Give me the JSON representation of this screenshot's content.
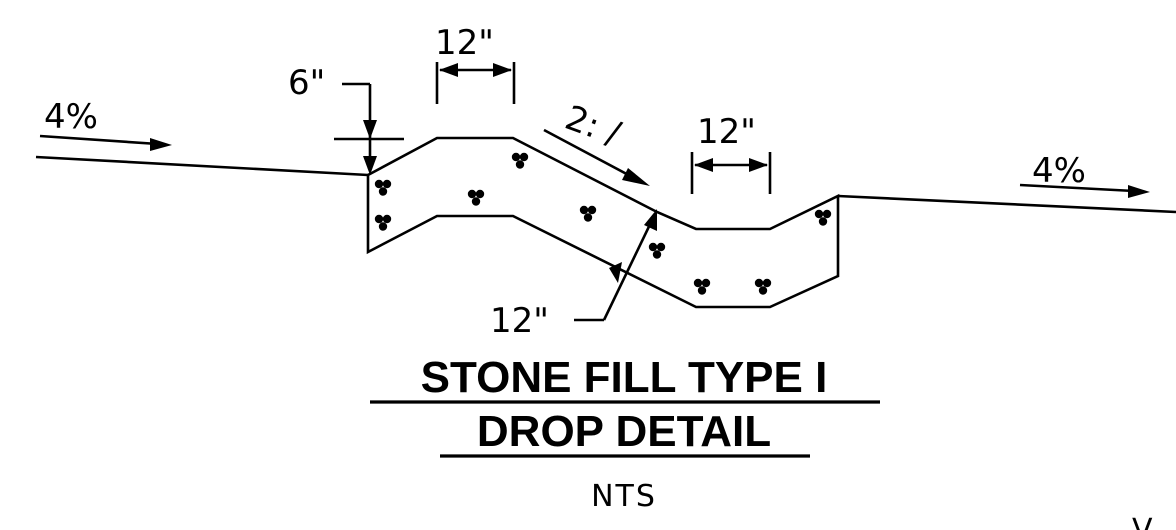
{
  "detail": {
    "title_line1": "STONE FILL TYPE I",
    "title_line2": "DROP DETAIL",
    "scale_note": "NTS",
    "sheet_mark": "V"
  },
  "labels": {
    "slope_left": "4%",
    "slope_right": "4%",
    "side_slope": "2: /",
    "depth_top": "6\"",
    "width_top_left": "12\"",
    "width_bottom": "12\"",
    "thickness": "12\""
  }
}
